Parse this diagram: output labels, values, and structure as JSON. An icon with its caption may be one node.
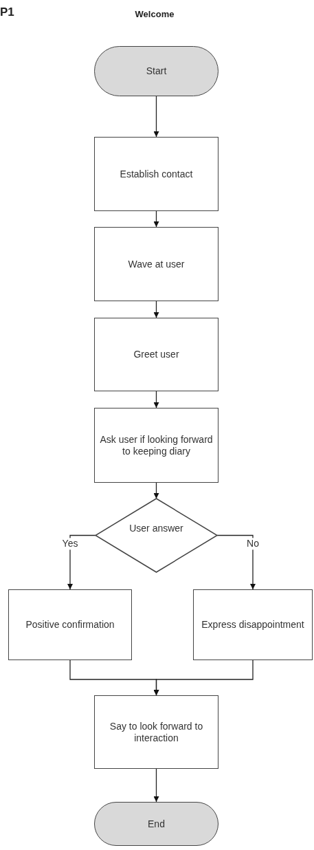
{
  "diagram": {
    "title": "Welcome",
    "nodes": [
      {
        "text": [
          "Start"
        ]
      },
      {
        "text": [
          "Establish contact"
        ]
      },
      {
        "text": [
          "Wave at user"
        ]
      },
      {
        "text": [
          "Greet user"
        ]
      },
      {
        "text": [
          "Ask user if looking forward to keeping diary"
        ]
      },
      {
        "text": [
          "User answer"
        ]
      },
      {
        "text": [
          "Positive confirmation"
        ]
      },
      {
        "text": [
          "Express disappointment"
        ]
      },
      {
        "text": [
          "Say to look forward to interaction"
        ]
      },
      {
        "text": [
          "End"
        ]
      }
    ],
    "edges": [
      {
        "from": 0,
        "to": 1,
        "arrow": "to"
      },
      {
        "from": 1,
        "to": 2,
        "arrow": "to"
      },
      {
        "from": 2,
        "to": 3,
        "arrow": "to"
      },
      {
        "from": 3,
        "to": 4,
        "arrow": "to"
      },
      {
        "from": 4,
        "to": 5,
        "arrow": "to"
      },
      {
        "from": 5,
        "to": 6,
        "arrow": "to",
        "label": "Yes"
      },
      {
        "from": 5,
        "to": 7,
        "arrow": "to",
        "label": "No"
      },
      {
        "from": 6,
        "to": 8,
        "arrow": "to"
      },
      {
        "from": 7,
        "to": 8,
        "arrow": "to"
      },
      {
        "from": 8,
        "to": 9,
        "arrow": "to"
      }
    ],
    "labels": [
      "P1"
    ]
  }
}
